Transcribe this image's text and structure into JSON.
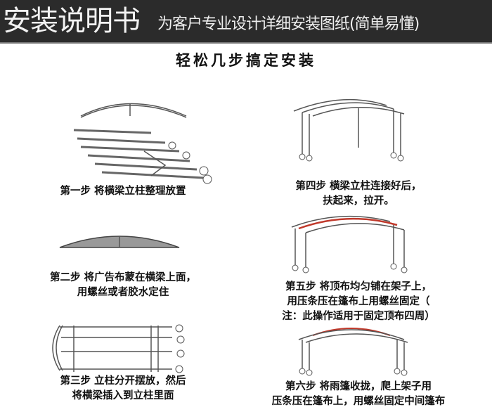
{
  "header": {
    "title": "安装说明书",
    "subtitle": "为客户专业设计详细安装图纸(简单易懂)"
  },
  "main_title": "轻松几步搞定安装",
  "steps": [
    {
      "line1": "第一步 将横梁立柱整理放置",
      "line2": ""
    },
    {
      "line1": "第二步 将广告布蒙在横梁上面，",
      "line2": "用螺丝或者胶水定住"
    },
    {
      "line1": "第三步 立柱分开摆放，然后",
      "line2": "将横梁插入到立柱里面"
    },
    {
      "line1": "第四步 横梁立柱连接好后，",
      "line2": "扶起来，拉开。"
    },
    {
      "line1": "第五步 将顶布均匀铺在架子上，",
      "line2": "用压条压在篷布上用螺丝固定（",
      "line3": "注：此操作适用于固定顶布四周）"
    },
    {
      "line1": "第六步 将雨篷收拢，爬上架子用",
      "line2": "压条压在篷布上，用螺丝固定中间篷布"
    }
  ],
  "colors": {
    "header_bg": "#2b2b2b",
    "accent_red": "#c0392b"
  }
}
